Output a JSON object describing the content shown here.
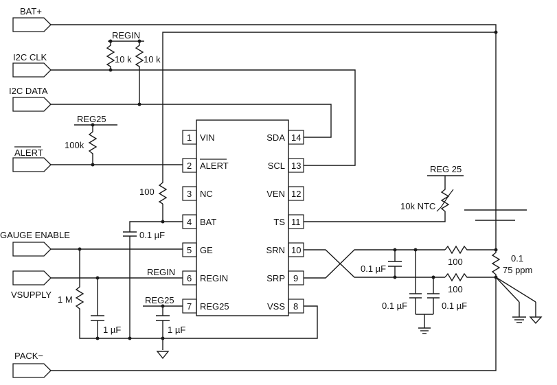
{
  "ports": {
    "bat_plus": "BAT+",
    "i2c_clk": "I2C CLK",
    "i2c_data": "I2C DATA",
    "alert": "ALERT",
    "gauge_enable": "GAUGE ENABLE",
    "vsupply": "VSUPPLY",
    "pack_minus": "PACK−"
  },
  "ic": {
    "left_pins": [
      {
        "num": "1",
        "name": "VIN"
      },
      {
        "num": "2",
        "name": "ALERT"
      },
      {
        "num": "3",
        "name": "NC"
      },
      {
        "num": "4",
        "name": "BAT"
      },
      {
        "num": "5",
        "name": "GE"
      },
      {
        "num": "6",
        "name": "REGIN"
      },
      {
        "num": "7",
        "name": "REG25"
      }
    ],
    "right_pins": [
      {
        "num": "14",
        "name": "SDA"
      },
      {
        "num": "13",
        "name": "SCL"
      },
      {
        "num": "12",
        "name": "VEN"
      },
      {
        "num": "11",
        "name": "TS"
      },
      {
        "num": "10",
        "name": "SRN"
      },
      {
        "num": "9",
        "name": "SRP"
      },
      {
        "num": "8",
        "name": "VSS"
      }
    ]
  },
  "labels": {
    "regin_top": "REGIN",
    "pullup_a": "10 k",
    "pullup_b": "10 k",
    "reg25_alert": "REG25",
    "r_alert": "100k",
    "r_bat": "100",
    "c_bat": "0.1 µF",
    "regin_pin6": "REGIN",
    "reg25_pin7": "REG25",
    "r_ge": "1 M",
    "c_vsupply": "1 µF",
    "c_reg25": "1 µF",
    "reg25_ntc": "REG 25",
    "ntc": "10k NTC",
    "c_diff": "0.1 µF",
    "r_srn": "100",
    "r_srp": "100",
    "c_srn_gnd": "0.1 µF",
    "c_srp_gnd": "0.1 µF",
    "r_sense_val": "0.1",
    "r_sense_tc": "75 ppm"
  }
}
